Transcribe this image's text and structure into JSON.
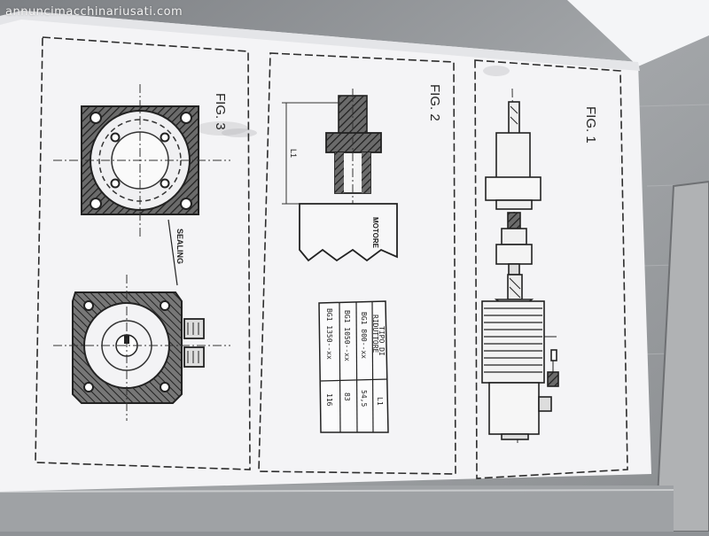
{
  "watermark": "annuncimacchinariusati.com",
  "figures": {
    "fig1_label": "FIG. 1",
    "fig2_label": "FIG. 2",
    "fig3_label": "FIG. 3",
    "motore_label": "MOTORE",
    "sealing_label": "SEALING",
    "l1_marker": "L1"
  },
  "reducer_table": {
    "header_type_line1": "TIPO DI",
    "header_type_line2": "RIDUTTORE",
    "header_l1": "L1",
    "rows": [
      {
        "type": "BG1 800--xx",
        "l1": "54,5"
      },
      {
        "type": "BG1 1050--xx",
        "l1": "83"
      },
      {
        "type": "BG1 1350--xx",
        "l1": "116"
      }
    ]
  },
  "colors": {
    "paper": "#f4f4f6",
    "ink": "#2a2a2a",
    "hatch": "#3a3a3a",
    "metal": "#9a9c9f"
  }
}
